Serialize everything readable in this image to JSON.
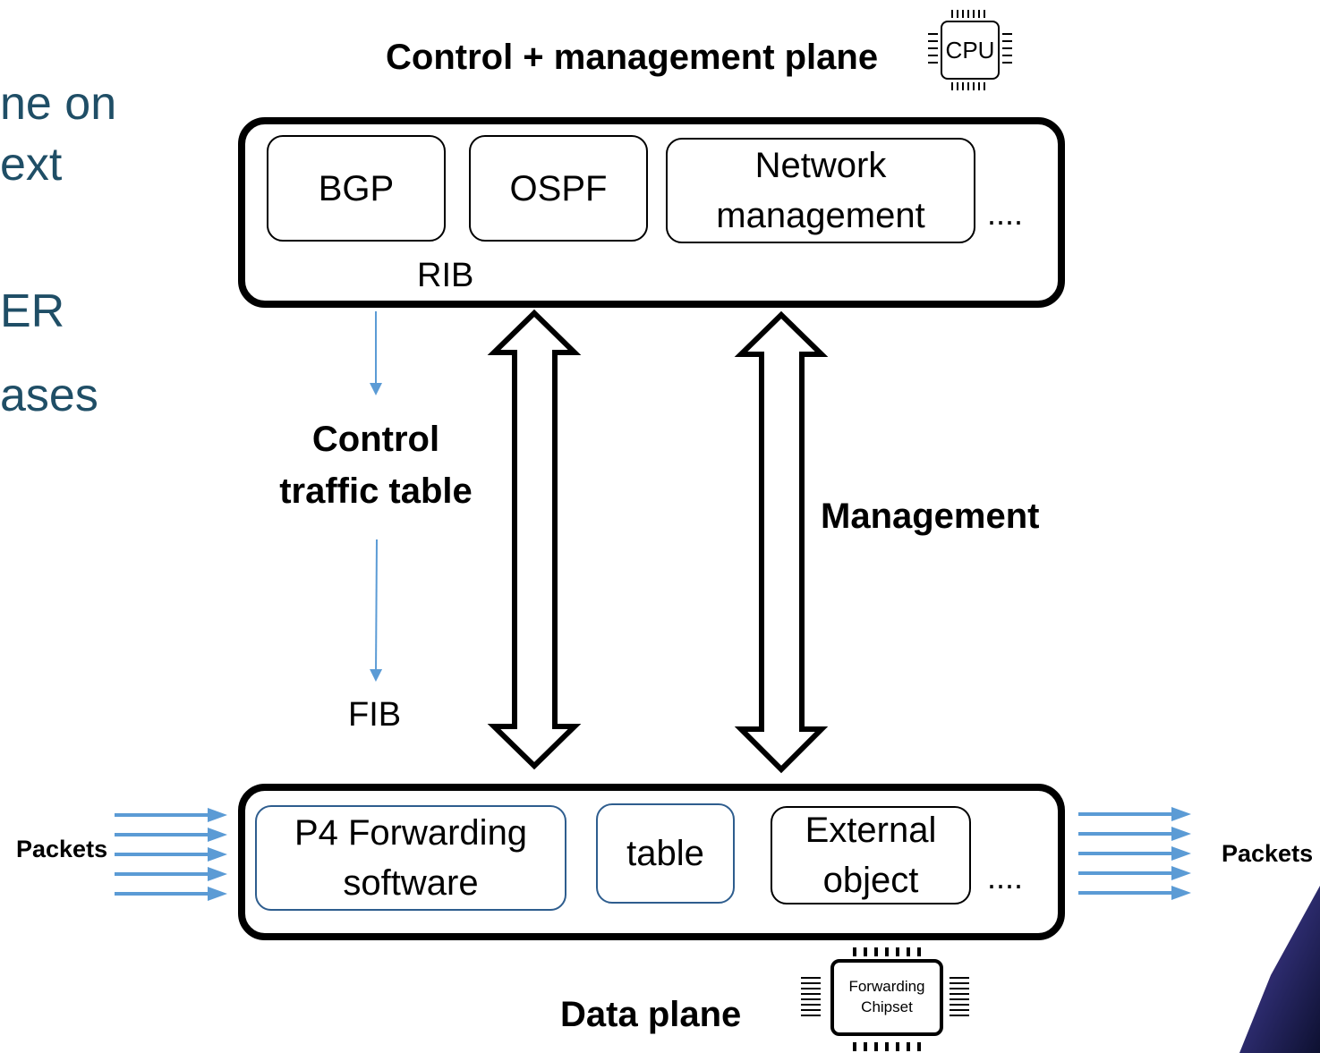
{
  "background_fragments": [
    "ne on",
    "ext",
    "ER",
    "ases"
  ],
  "control_plane": {
    "title": "Control + management plane",
    "chip_label": "CPU",
    "modules": [
      "BGP",
      "OSPF",
      "Network\nmanagement"
    ],
    "ellipsis": "....",
    "rib_label": "RIB"
  },
  "control_traffic": {
    "label": "Control\ntraffic table",
    "fib_label": "FIB"
  },
  "management_label": "Management",
  "data_plane": {
    "title": "Data plane",
    "chip_label": "Forwarding\nChipset",
    "modules": [
      "P4 Forwarding\nsoftware",
      "table",
      "External\nobject"
    ],
    "ellipsis": "...."
  },
  "packets_in_label": "Packets",
  "packets_out_label": "Packets",
  "colors": {
    "arrow_blue": "#5b9bd5",
    "module_blue_border": "#2e5d8e",
    "fragment_text": "#1f4e66"
  }
}
